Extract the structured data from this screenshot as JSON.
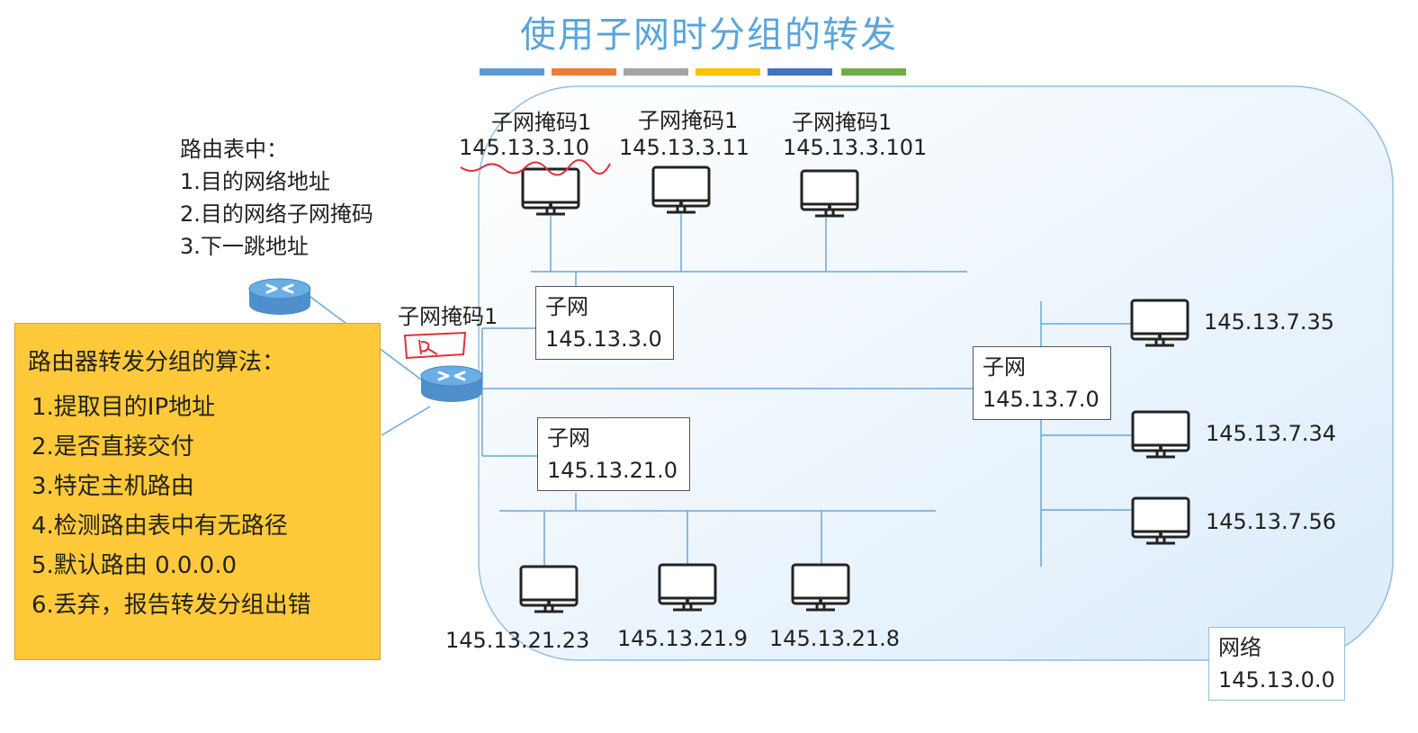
{
  "title": "使用子网时分组的转发",
  "palette_bar": [
    "#5b9bd5",
    "#ed7d31",
    "#a5a5a5",
    "#ffc000",
    "#4472c4",
    "#70ad47"
  ],
  "routing_table_note": {
    "head": "路由表中：",
    "items": [
      "1.目的网络地址",
      "2.目的网络子网掩码",
      "3.下一跳地址"
    ]
  },
  "algorithm": {
    "head": "路由器转发分组的算法：",
    "steps": [
      "1.提取目的IP地址",
      "2.是否直接交付",
      "3.特定主机路由",
      "4.检测路由表中有无路径",
      "5.默认路由 0.0.0.0",
      "6.丢弃，报告转发分组出错"
    ]
  },
  "router_mask_label": "子网掩码1",
  "top_hosts": [
    {
      "mask": "子网掩码1",
      "ip": "145.13.3.10"
    },
    {
      "mask": "子网掩码1",
      "ip": "145.13.3.11"
    },
    {
      "mask": "子网掩码1",
      "ip": "145.13.3.101"
    }
  ],
  "subnets": [
    {
      "name": "子网",
      "addr": "145.13.3.0"
    },
    {
      "name": "子网",
      "addr": "145.13.21.0"
    },
    {
      "name": "子网",
      "addr": "145.13.7.0"
    }
  ],
  "bottom_hosts": [
    "145.13.21.23",
    "145.13.21.9",
    "145.13.21.8"
  ],
  "right_hosts": [
    "145.13.7.35",
    "145.13.7.34",
    "145.13.7.56"
  ],
  "network": {
    "name": "网络",
    "addr": "145.13.0.0"
  },
  "colors": {
    "title": "#5aa4dc",
    "network_fill": "#eaf4fc",
    "network_border": "#8fbfe3",
    "algo_fill": "#ffc93a",
    "router": "#5b9bd5",
    "annotation": "#e0303a"
  }
}
